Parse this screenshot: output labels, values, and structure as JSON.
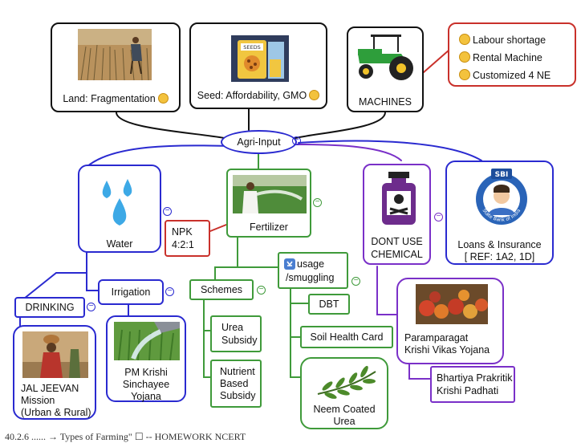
{
  "center": {
    "label": "Agri-Input"
  },
  "land": {
    "label": "Land: Fragmentation"
  },
  "seed": {
    "label": "Seed: Affordability, GMO",
    "packet_text": "SEEDS"
  },
  "machines": {
    "label": "MACHINES"
  },
  "machine_notes": [
    "Labour shortage",
    "Rental Machine",
    "Customized 4 NE"
  ],
  "water": {
    "label": "Water"
  },
  "npk": {
    "line1": "NPK",
    "line2": "4:2:1"
  },
  "fertilizer": {
    "label": "Fertilizer"
  },
  "chemical": {
    "line1": "DONT USE",
    "line2": "CHEMICAL"
  },
  "loans": {
    "line1": "Loans & Insurance",
    "line2": "[ REF: 1A2, 1D]",
    "logo_top": "SBI",
    "logo_ring": "State Bank of India"
  },
  "irrigation": {
    "label": "Irrigation"
  },
  "drinking": {
    "label": "DRINKING"
  },
  "jal": {
    "line1": "JAL JEEVAN",
    "line2": "Mission",
    "line3": "(Urban & Rural)"
  },
  "pmksy": {
    "line1": "PM Krishi",
    "line2": "Sinchayee",
    "line3": "Yojana"
  },
  "schemes": {
    "label": "Schemes"
  },
  "urea_subsidy": {
    "line1": "Urea",
    "line2": "Subsidy"
  },
  "nbs": {
    "line1": "Nutrient",
    "line2": "Based",
    "line3": "Subsidy"
  },
  "usage": {
    "line1": "usage",
    "line2": "/smuggling"
  },
  "dbt": {
    "label": "DBT"
  },
  "soil": {
    "label": "Soil Health Card"
  },
  "neem": {
    "line1": "Neem Coated",
    "line2": "Urea"
  },
  "pkvy": {
    "line1": "Paramparagat",
    "line2": "Krishi Vikas Yojana"
  },
  "bpkp": {
    "line1": "Bhartiya Prakritik",
    "line2": "Krishi Padhati"
  },
  "footer": {
    "text": "40.2.6 ...... → Types of Farming\" ☐ -- HOMEWORK NCERT"
  },
  "colors": {
    "blue": "#2a2ad0",
    "green": "#3f9a3a",
    "purple": "#7a30c8",
    "red": "#c9312b",
    "black": "#111111"
  }
}
